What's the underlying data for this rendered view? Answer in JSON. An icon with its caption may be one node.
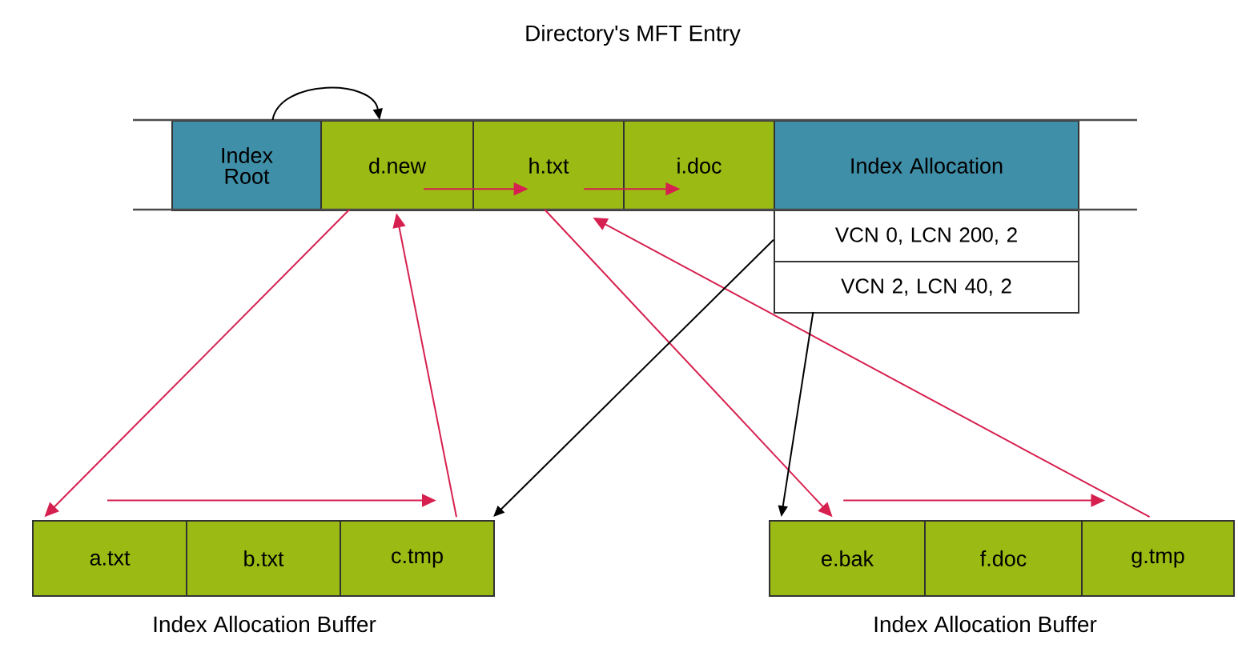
{
  "diagram": {
    "title": "Directory's MFT Entry",
    "nodes": [
      {
        "text": [
          "Index Root"
        ]
      },
      {
        "text": [
          "d.new"
        ]
      },
      {
        "text": [
          "h.txt"
        ]
      },
      {
        "text": [
          "i.doc"
        ]
      },
      {
        "text": [
          "Index Allocation"
        ]
      },
      {
        "text": [
          "VCN 0, LCN 200, 2"
        ]
      },
      {
        "text": [
          "VCN 2, LCN 40, 2"
        ]
      },
      {
        "text": [
          "a.txt"
        ]
      },
      {
        "text": [
          "b.txt"
        ]
      },
      {
        "text": [
          "c.tmp"
        ]
      },
      {
        "text": [
          "e.bak"
        ]
      },
      {
        "text": [
          "f.doc"
        ]
      },
      {
        "text": [
          "g.tmp"
        ]
      }
    ],
    "edges": [
      {
        "from": 0,
        "to": 1,
        "arrow": "to",
        "color": "#000000"
      },
      {
        "from": 1,
        "to": 2,
        "arrow": "to"
      },
      {
        "from": 2,
        "to": 3,
        "arrow": "to"
      },
      {
        "from": 1,
        "to": 7,
        "arrow": "to"
      },
      {
        "from": 9,
        "to": 1,
        "arrow": "to"
      },
      {
        "from": 7,
        "to": 9,
        "arrow": "to"
      },
      {
        "from": 2,
        "to": 10,
        "arrow": "to"
      },
      {
        "from": 12,
        "to": 2,
        "arrow": "to"
      },
      {
        "from": 10,
        "to": 12,
        "arrow": "to"
      },
      {
        "from": 5,
        "to": 9,
        "arrow": "to",
        "color": "#000000"
      },
      {
        "from": 6,
        "to": 10,
        "arrow": "to",
        "color": "#000000"
      }
    ],
    "labels": [
      "Index Allocation Buffer",
      "Index Allocation Buffer"
    ]
  }
}
